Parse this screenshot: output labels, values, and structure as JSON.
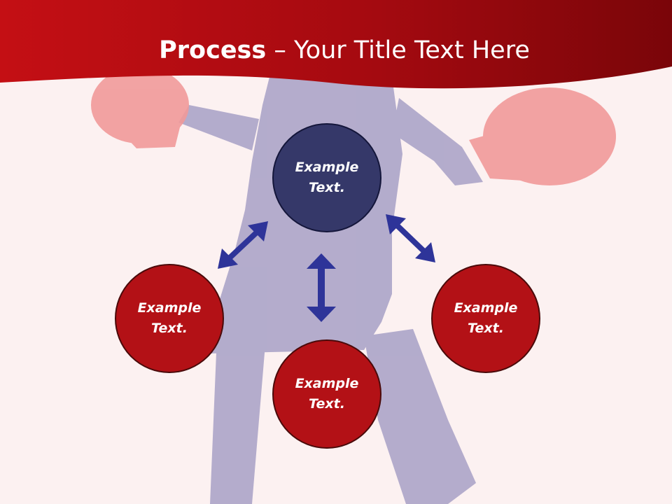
{
  "slide": {
    "title_bold": "Process",
    "title_rest": " – Your Title Text Here"
  },
  "nodes": {
    "center": {
      "line1": "Example",
      "line2": "Text."
    },
    "left": {
      "line1": "Example",
      "line2": "Text."
    },
    "bottom": {
      "line1": "Example",
      "line2": "Text."
    },
    "right": {
      "line1": "Example",
      "line2": "Text."
    }
  },
  "colors": {
    "header": "#b80d12",
    "center_node": "#353869",
    "outer_nodes": "#b31116",
    "arrows": "#2e3499",
    "background": "#fcf1f1"
  }
}
